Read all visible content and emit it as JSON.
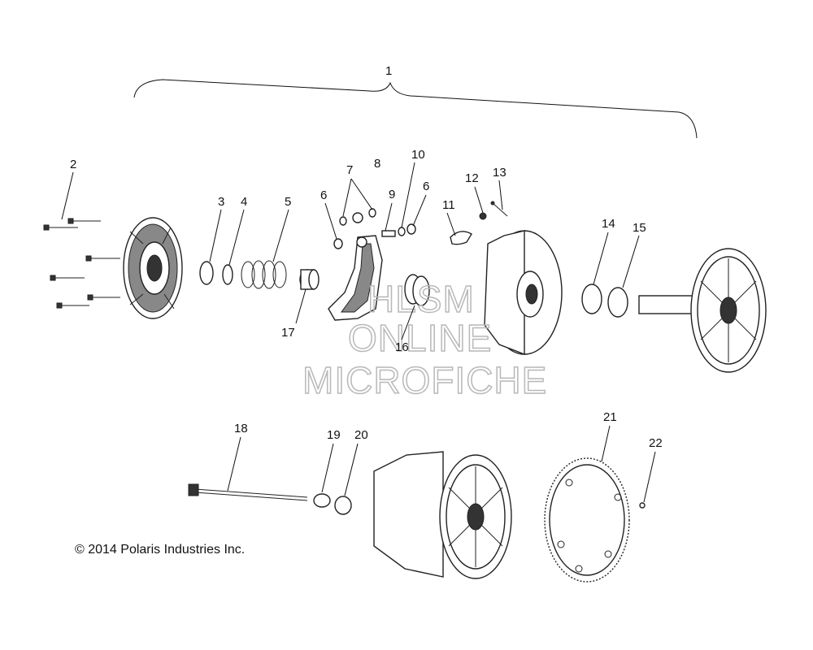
{
  "assembly": {
    "label": "1"
  },
  "callouts": [
    {
      "label": "2"
    },
    {
      "label": "3"
    },
    {
      "label": "4"
    },
    {
      "label": "5"
    },
    {
      "label": "6"
    },
    {
      "label": "7"
    },
    {
      "label": "8"
    },
    {
      "label": "9"
    },
    {
      "label": "10"
    },
    {
      "label": "6"
    },
    {
      "label": "11"
    },
    {
      "label": "12"
    },
    {
      "label": "13"
    },
    {
      "label": "14"
    },
    {
      "label": "15"
    },
    {
      "label": "16"
    },
    {
      "label": "17"
    },
    {
      "label": "18"
    },
    {
      "label": "19"
    },
    {
      "label": "20"
    },
    {
      "label": "21"
    },
    {
      "label": "22"
    }
  ],
  "watermark": {
    "line1": "HLSM",
    "line2": "ONLINE",
    "line3": "MICROFICHE"
  },
  "copyright": "© 2014 Polaris Industries Inc."
}
